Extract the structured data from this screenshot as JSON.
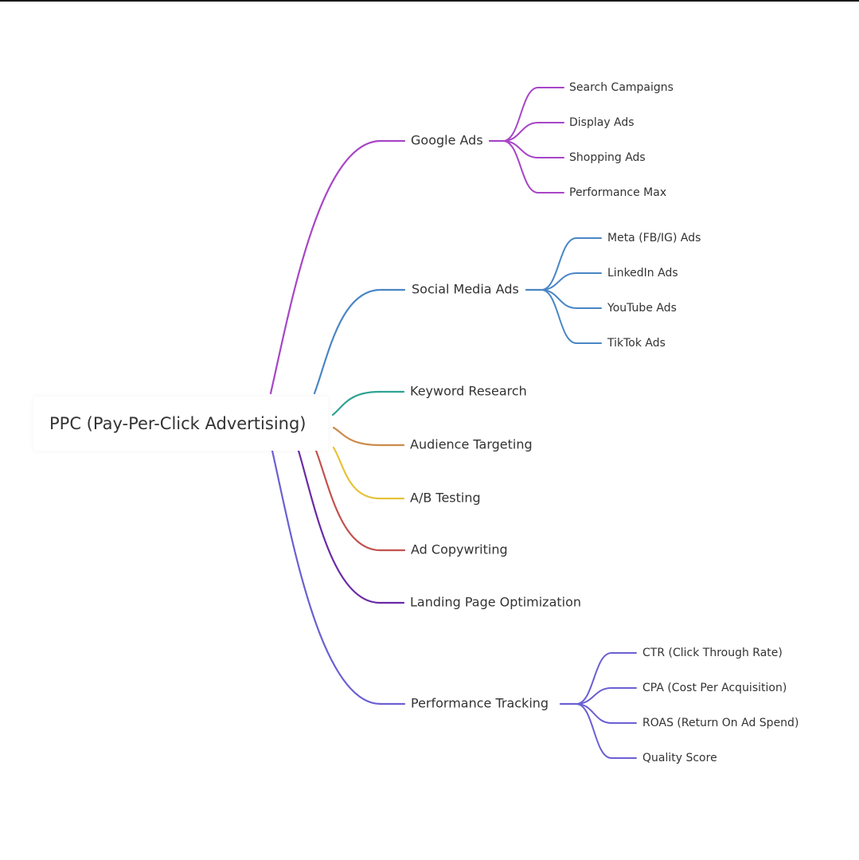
{
  "diagram": {
    "root": {
      "label": "PPC (Pay-Per-Click Advertising)"
    },
    "branches": [
      {
        "id": "google-ads",
        "label": "Google Ads",
        "color": "#a745c7",
        "children": [
          "Search Campaigns",
          "Display Ads",
          "Shopping Ads",
          "Performance Max"
        ]
      },
      {
        "id": "social-media-ads",
        "label": "Social Media Ads",
        "color": "#4a86c5",
        "children": [
          "Meta (FB/IG) Ads",
          "LinkedIn Ads",
          "YouTube Ads",
          "TikTok Ads"
        ]
      },
      {
        "id": "keyword-research",
        "label": "Keyword Research",
        "color": "#2fa393",
        "children": []
      },
      {
        "id": "audience-targeting",
        "label": "Audience Targeting",
        "color": "#cc8a4a",
        "children": []
      },
      {
        "id": "ab-testing",
        "label": "A/B Testing",
        "color": "#e6c239",
        "children": []
      },
      {
        "id": "ad-copywriting",
        "label": "Ad Copywriting",
        "color": "#c2524f",
        "children": []
      },
      {
        "id": "landing-page-optimization",
        "label": "Landing Page Optimization",
        "color": "#6a2aa6",
        "children": []
      },
      {
        "id": "performance-tracking",
        "label": "Performance Tracking",
        "color": "#6b5fd3",
        "children": [
          "CTR (Click Through Rate)",
          "CPA (Cost Per Acquisition)",
          "ROAS (Return On Ad Spend)",
          "Quality Score"
        ]
      }
    ]
  }
}
